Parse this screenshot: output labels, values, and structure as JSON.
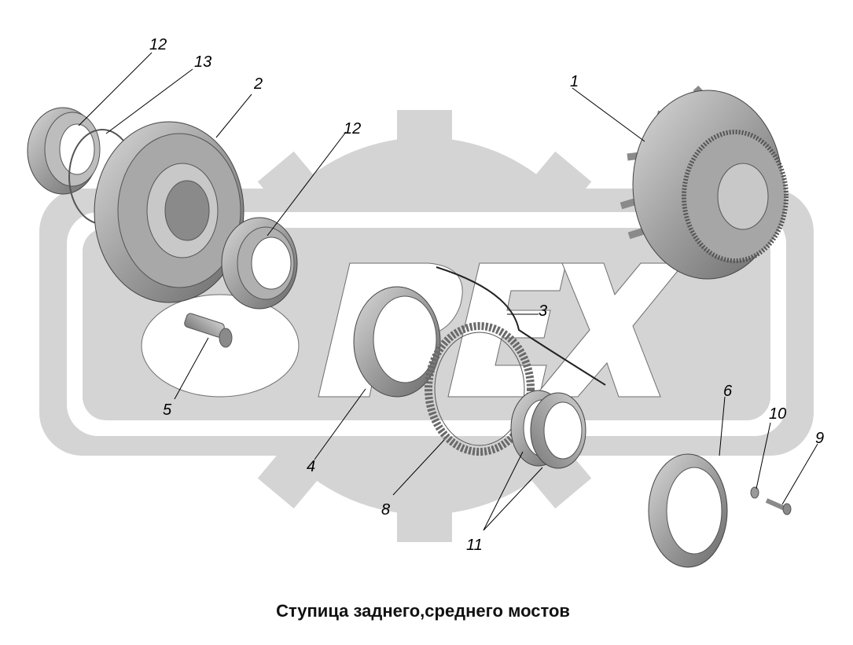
{
  "title": "Ступица заднего,среднего мостов",
  "watermark": {
    "text": "ОРЕХ"
  },
  "labels": {
    "l1": "1",
    "l2": "2",
    "l3": "3",
    "l4": "4",
    "l5": "5",
    "l6": "6",
    "l8": "8",
    "l9": "9",
    "l10": "10",
    "l11": "11",
    "l12a": "12",
    "l12b": "12",
    "l13": "13"
  },
  "colors": {
    "part_metal": "#9a9a9a",
    "part_dark": "#6e6e6e",
    "watermark_gray": "#d2d2d2",
    "text": "#000000"
  }
}
